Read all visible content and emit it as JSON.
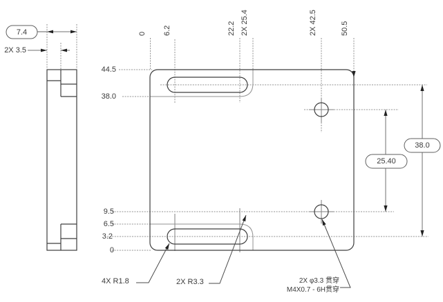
{
  "drawing": {
    "side_view": {
      "thickness_dim": "7.4",
      "step_dim": "2X 3.5"
    },
    "main_view": {
      "top_ordinates": [
        "0",
        "6.2",
        "22.2",
        "2X 25.4",
        "2X 42.5",
        "50.5"
      ],
      "left_ordinates": [
        "44.5",
        "38.0",
        "9.5",
        "6.5",
        "3.2",
        "0"
      ],
      "dim_slot_span": "38.0",
      "dim_hole_spacing": "25.40",
      "callout_slot_radius": "4X R1.8",
      "callout_recess_radius": "2X R3.3",
      "hole_note_line1": "2X φ3.3 贯穿",
      "hole_note_line2": "M4X0.7 - 6H贯穿"
    },
    "colors": {
      "line_dark": "#3d3d3d",
      "line_gray": "#909090",
      "text": "#3a3a3a",
      "background": "#ffffff"
    }
  }
}
